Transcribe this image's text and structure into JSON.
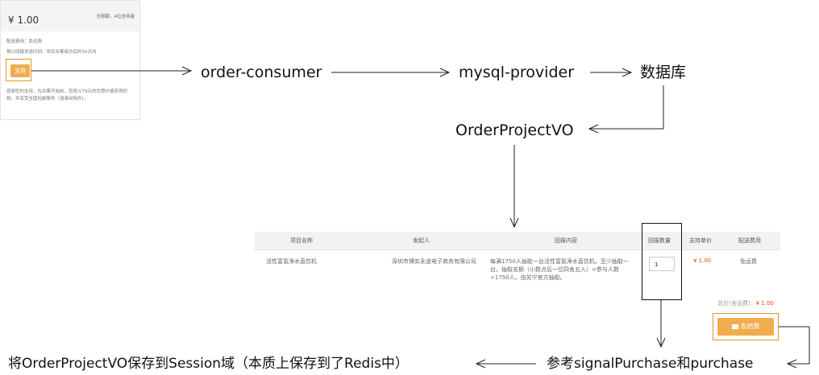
{
  "card": {
    "price": "¥ 1.00",
    "limit_text": "无限额，4位支持者",
    "line1": "配送费用：免运费",
    "line2": "预计回报发送时间：项目众筹成功后的30天内",
    "support_button": "支持",
    "description": "感谢您的支持，在众筹开始前，您将以79元的优惠价格获得好物，并享受全国包邮服务（港澳台除外）。"
  },
  "flow": {
    "order_consumer": "order-consumer",
    "mysql_provider": "mysql-provider",
    "database": "数据库",
    "vo": "OrderProjectVO",
    "reference": "参考signalPurchase和purchase",
    "save_session": "将OrderProjectVO保存到Session域（本质上保存到了Redis中）"
  },
  "order_table": {
    "headers": [
      "项目名称",
      "发起人",
      "回报内容",
      "回报数量",
      "支持单价",
      "配送费用"
    ],
    "row": {
      "project": "活性富氢净水直饮机",
      "sponsor": "深圳市博实永道电子商务有限公司",
      "reward": "每满1750人抽取一台活性富氢净水直饮机，至少抽取一台。抽取名额（小数点后一位四舍五入）=参与人数÷1750人，由苏宁官方抽取。",
      "quantity": "1",
      "unit_price": "¥ 1.00",
      "shipping": "免运费"
    },
    "total_label": "总价(含运费)：",
    "total_value": "¥ 1.00",
    "checkout_button": "去结算"
  },
  "colors": {
    "accent": "#f0ad4e",
    "highlight_orange": "#e69220",
    "price_red": "#e8451e"
  }
}
